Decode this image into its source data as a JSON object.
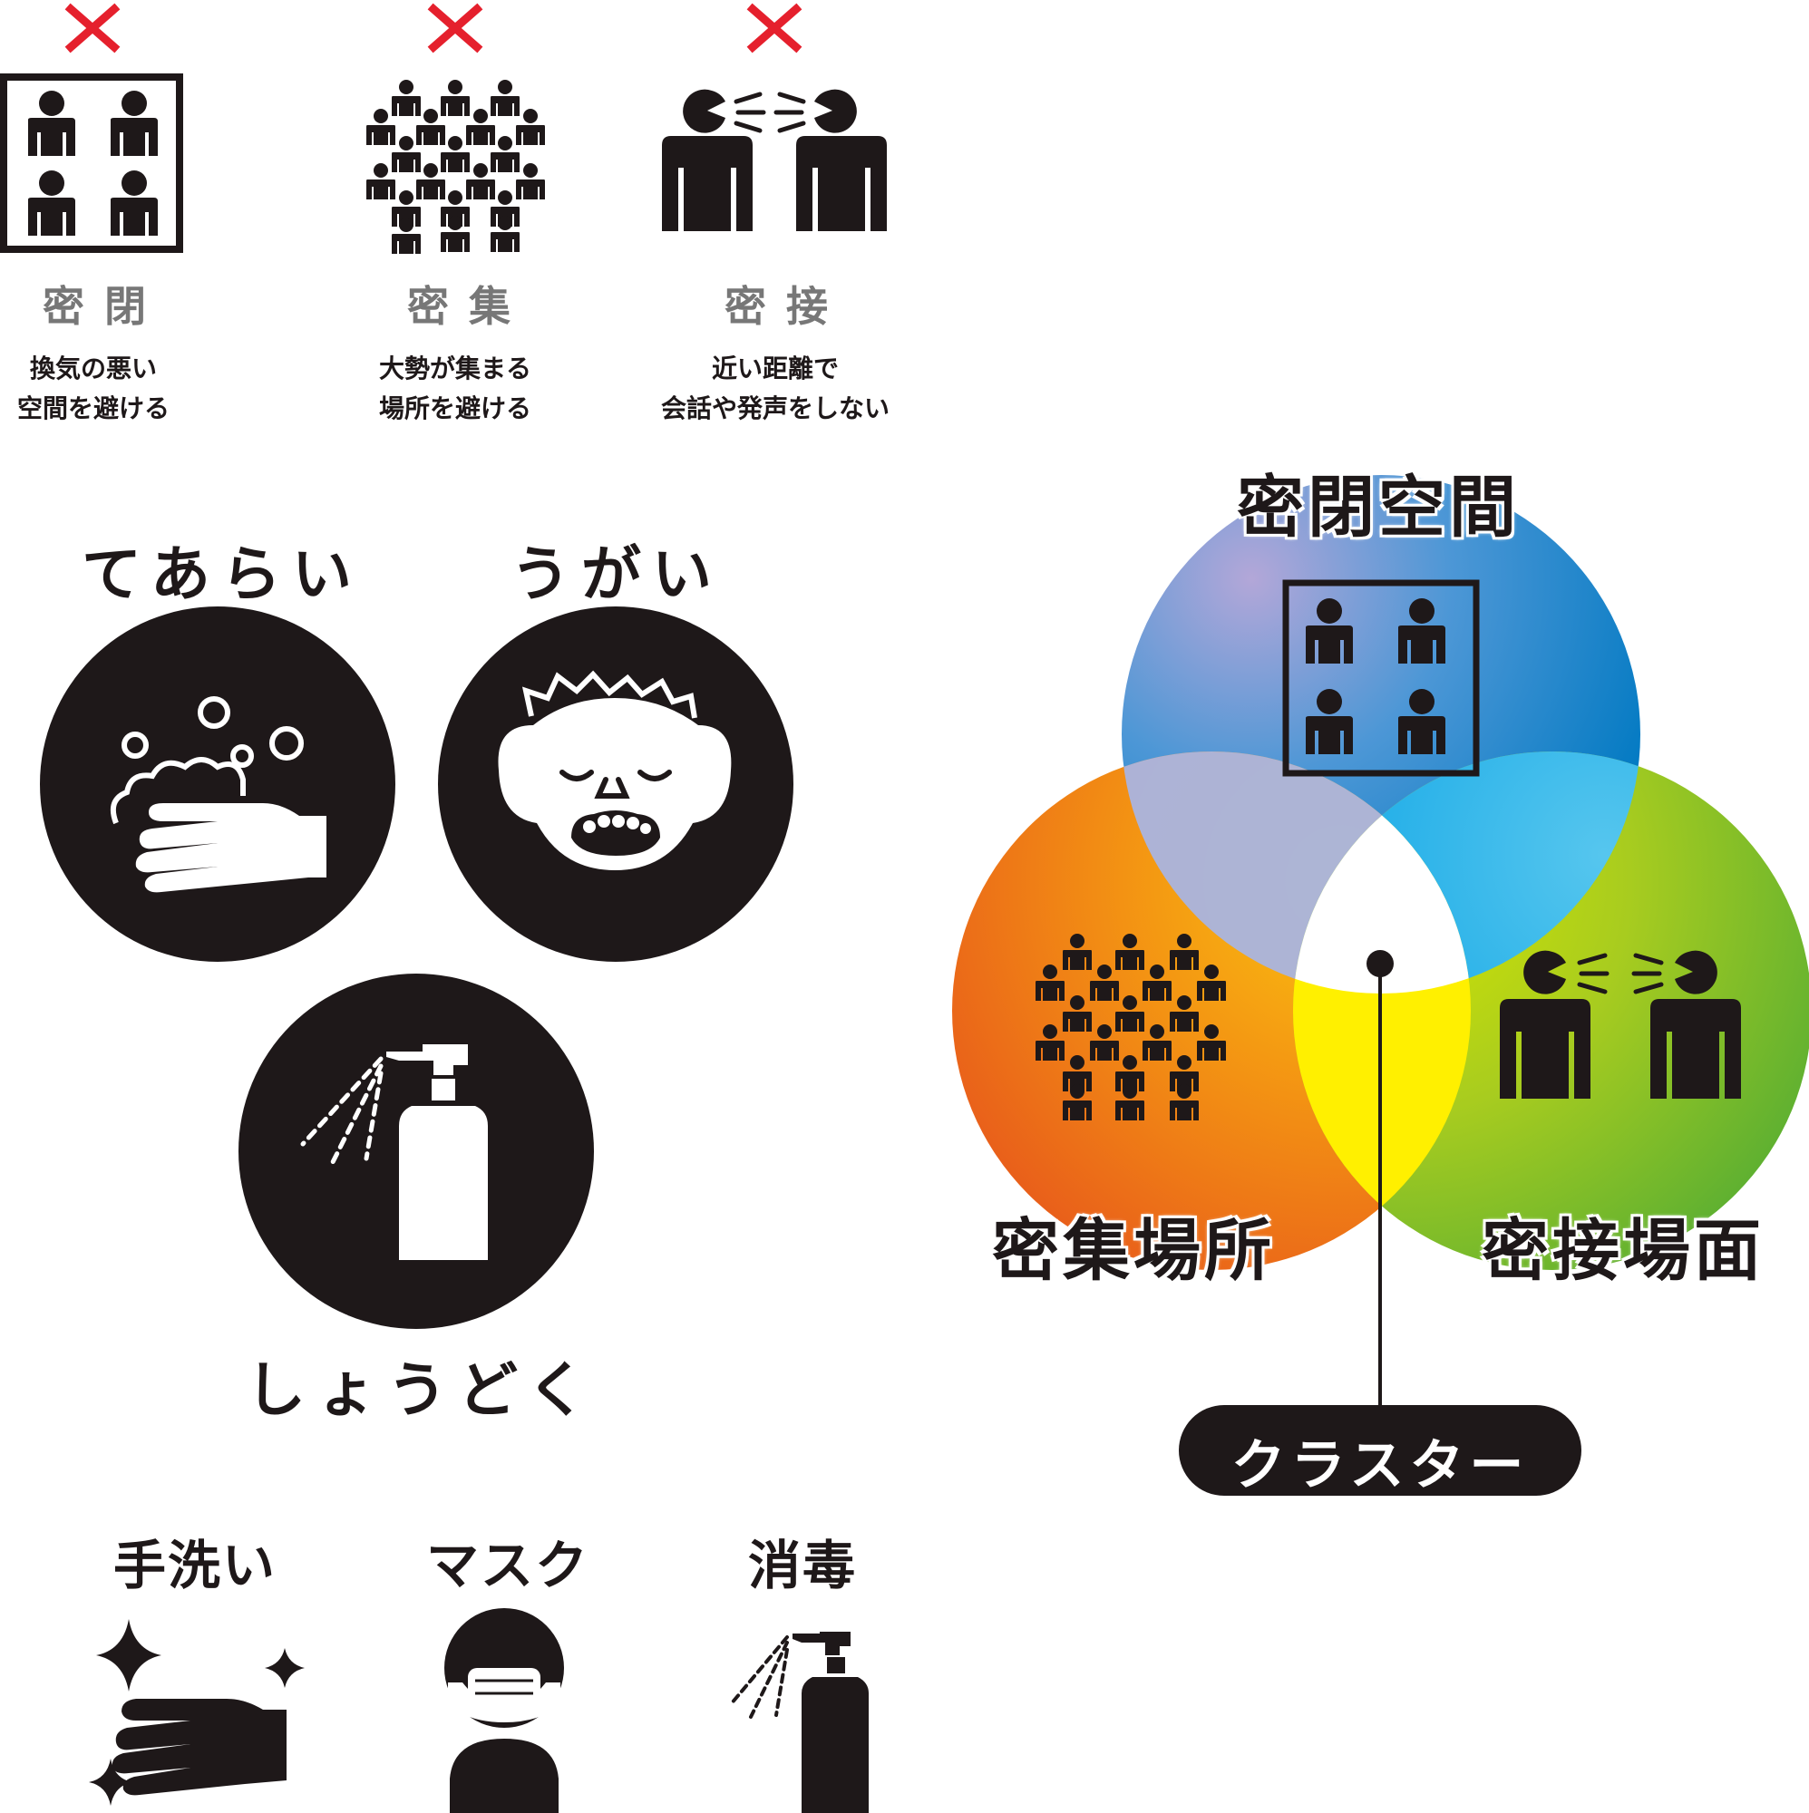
{
  "three_c": {
    "mark": "×",
    "items": [
      {
        "title": "密閉",
        "line1": "換気の悪い",
        "line2": "空間を避ける"
      },
      {
        "title": "密集",
        "line1": "大勢が集まる",
        "line2": "場所を避ける"
      },
      {
        "title": "密接",
        "line1": "近い距離で",
        "line2": "会話や発声をしない"
      }
    ]
  },
  "hygiene": {
    "tearai": "てあらい",
    "ugai": "うがい",
    "shoudoku": "しょうどく"
  },
  "venn": {
    "top": "密閉空間",
    "left": "密集場所",
    "right": "密接場面",
    "center": "クラスター"
  },
  "bottom": {
    "handwash": "手洗い",
    "mask": "マスク",
    "disinfect": "消毒"
  },
  "colors": {
    "cross": "#e5202d",
    "ink": "#1e1819",
    "caption_gray": "#777777",
    "blue": "#2f7ecb",
    "orange": "#ef7c16",
    "green": "#8fc31f",
    "yellow": "#fff000"
  }
}
